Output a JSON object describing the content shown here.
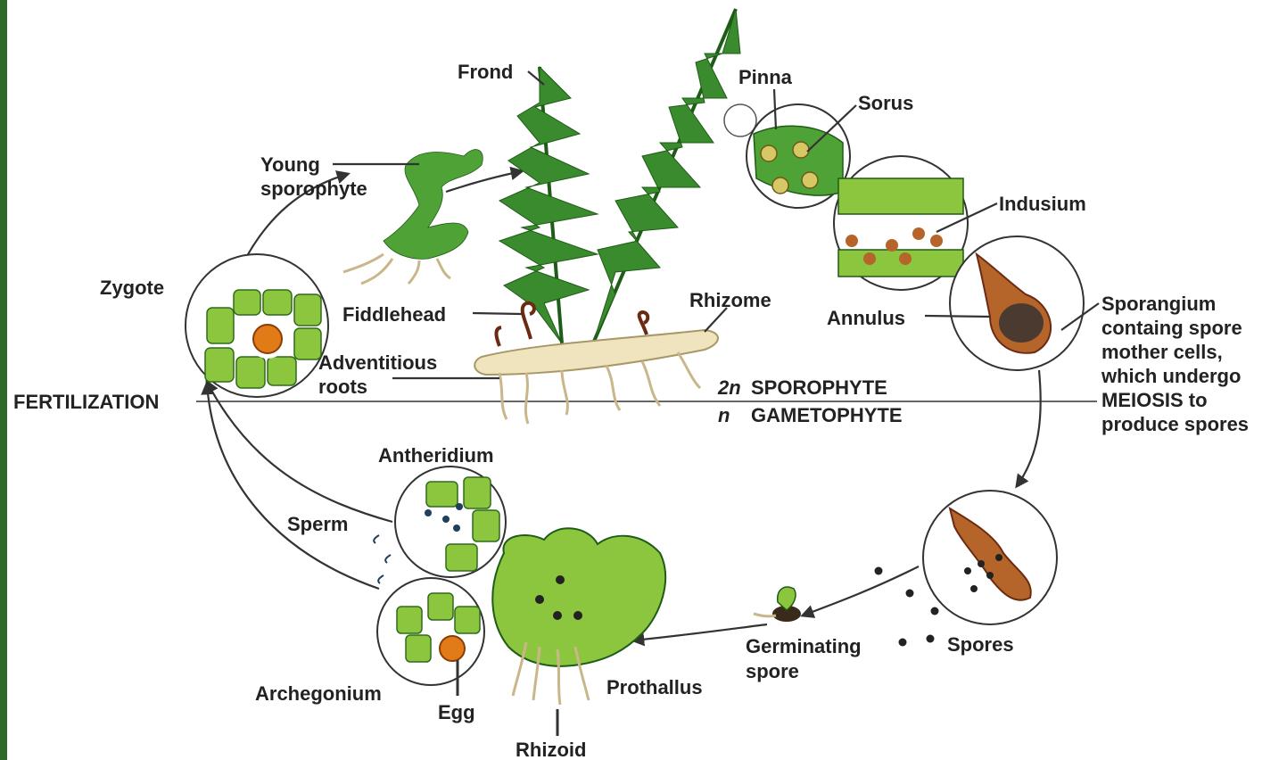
{
  "labels": {
    "frond": "Frond",
    "pinna": "Pinna",
    "sorus": "Sorus",
    "young_sporophyte_1": "Young",
    "young_sporophyte_2": "sporophyte",
    "indusium": "Indusium",
    "zygote": "Zygote",
    "rhizome": "Rhizome",
    "fiddlehead": "Fiddlehead",
    "annulus": "Annulus",
    "sporangium_1": "Sporangium",
    "sporangium_2": "containg spore",
    "sporangium_3": "mother cells,",
    "sporangium_4": "which undergo",
    "sporangium_5": "MEIOSIS to",
    "sporangium_6": "produce spores",
    "adventitious_1": "Adventitious",
    "adventitious_2": "roots",
    "fertilization": "FERTILIZATION",
    "sporophyte_2n": "2n",
    "sporophyte": "SPOROPHYTE",
    "gametophyte_n": "n",
    "gametophyte": "GAMETOPHYTE",
    "antheridium": "Antheridium",
    "sperm": "Sperm",
    "germinating_1": "Germinating",
    "germinating_2": "spore",
    "spores": "Spores",
    "prothallus": "Prothallus",
    "archegonium": "Archegonium",
    "egg": "Egg",
    "rhizoid": "Rhizoid"
  },
  "colors": {
    "plant_green": "#3a8a2e",
    "cell_green": "#8cc63f",
    "egg_orange": "#e07b18",
    "sporangium_brown": "#b5652a",
    "frame_green": "#2e6b2a"
  }
}
